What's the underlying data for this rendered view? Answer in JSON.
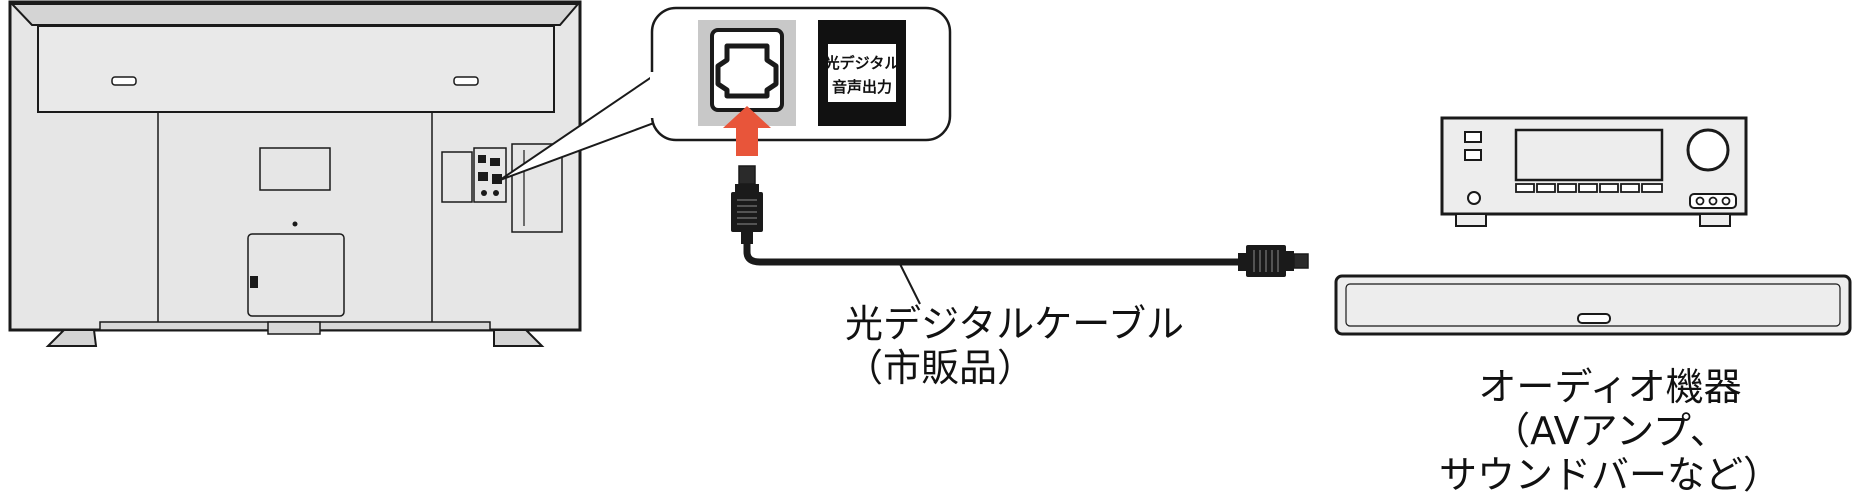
{
  "port_label": {
    "line1": "光デジタル",
    "line2": "音声出力"
  },
  "cable_label": {
    "line1": "光デジタルケーブル",
    "line2": "（市販品）"
  },
  "device_label": {
    "line1": "オーディオ機器",
    "line2": "（AVアンプ、",
    "line3": "サウンドバーなど）"
  },
  "colors": {
    "tv_body": "#e6e6e6",
    "outline": "#1a1a1a",
    "port_bg": "#c8c8c8",
    "label_bg": "#111111",
    "arrow": "#e8553a",
    "device_body": "#ededed"
  }
}
